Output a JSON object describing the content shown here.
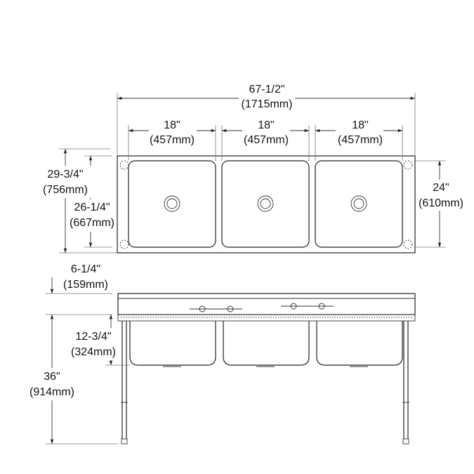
{
  "dimensions": {
    "overall_width": "67-1/2\"",
    "overall_width_mm": "(1715mm)",
    "bowl1_width": "18\"",
    "bowl1_width_mm": "(457mm)",
    "bowl2_width": "18\"",
    "bowl2_width_mm": "(457mm)",
    "bowl3_width": "18\"",
    "bowl3_width_mm": "(457mm)",
    "overall_depth": "29-3/4\"",
    "overall_depth_mm": "(756mm)",
    "inner_depth": "26-1/4\"",
    "inner_depth_mm": "(667mm)",
    "bowl_front_back": "24\"",
    "bowl_front_back_mm": "(610mm)",
    "backsplash_height": "6-1/4\"",
    "backsplash_height_mm": "(159mm)",
    "bowl_depth": "12-3/4\"",
    "bowl_depth_mm": "(324mm)",
    "working_height": "36\"",
    "working_height_mm": "(914mm)"
  }
}
